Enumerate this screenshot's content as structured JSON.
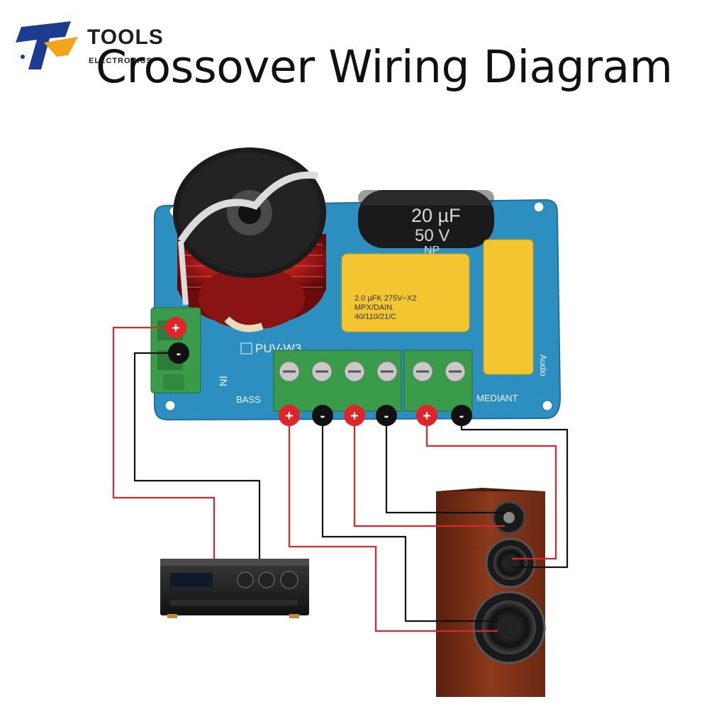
{
  "header": {
    "title": "Crossover Wiring Diagram",
    "logo": {
      "name": "TOOLS",
      "subtitle": "ELECTRONICS"
    }
  },
  "board": {
    "model": "PUV-W3",
    "input_label": "IN",
    "left_output_label": "BASS",
    "right_output_label": "MEDIANT",
    "side_label": "Audio",
    "capacitor_electrolytic": {
      "line1": "20 µF",
      "line2": "50 V",
      "line3": "NP"
    },
    "capacitor_film": {
      "line1": "2.0 µFK 275V~X2",
      "line2": "MPX/DAIN.",
      "line3": "40/110/21/C"
    }
  },
  "terminals": {
    "plus": "+",
    "minus": "-"
  },
  "colors": {
    "board": "#2d8fc0",
    "terminal": "#3a9c4a",
    "wire_positive": "#e0242a",
    "wire_negative": "#111111",
    "cabinet": "#7a2f19",
    "capacitor_film": "#f2c531"
  }
}
